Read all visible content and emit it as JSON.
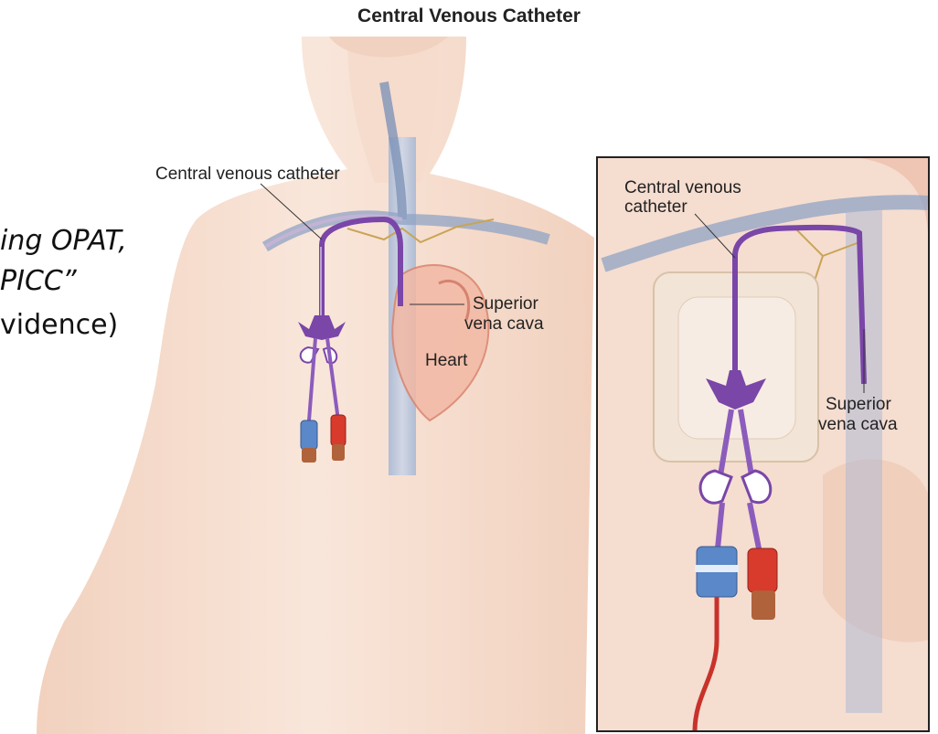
{
  "title": "Central Venous Catheter",
  "labels": {
    "main_catheter": "Central venous catheter",
    "main_svc_line1": "Superior",
    "main_svc_line2": "vena cava",
    "heart": "Heart",
    "inset_catheter_line1": "Central venous",
    "inset_catheter_line2": "catheter",
    "inset_svc_line1": "Superior",
    "inset_svc_line2": "vena cava"
  },
  "slide_text": {
    "line1": "ing OPAT,",
    "line2": "PICC”",
    "line3": "vidence)"
  },
  "colors": {
    "skin": "#f4d9c8",
    "vein": "#8fa3c4",
    "catheter": "#7a46a8",
    "heart": "#e8a08c",
    "cap_red": "#d83a2c",
    "cap_blue": "#5a88c8",
    "tube_red": "#c8322a"
  }
}
